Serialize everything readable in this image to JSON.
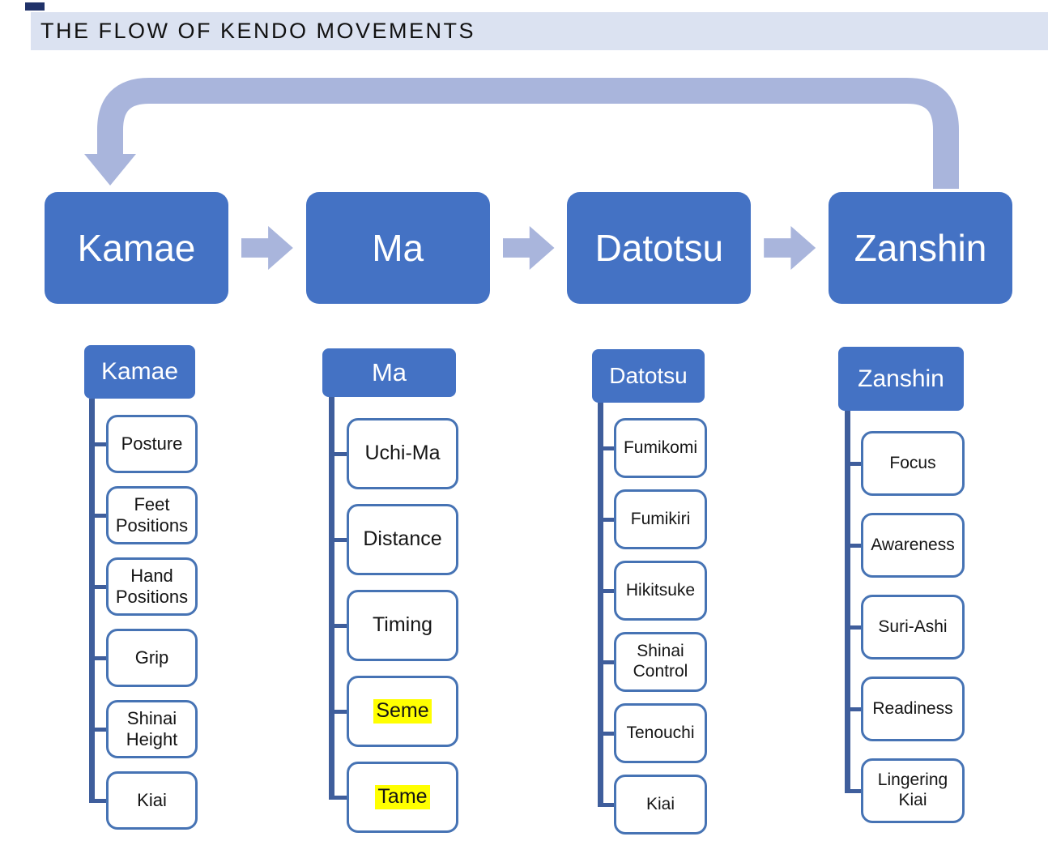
{
  "title_bar": {
    "title": "THE FLOW OF KENDO MOVEMENTS"
  },
  "flow": {
    "steps": [
      {
        "label": "Kamae"
      },
      {
        "label": "Ma"
      },
      {
        "label": "Datotsu"
      },
      {
        "label": "Zanshin"
      }
    ],
    "loop_arrow": {
      "from": "Zanshin",
      "to": "Kamae"
    }
  },
  "columns": [
    {
      "title": "Kamae",
      "items": [
        {
          "label": "Posture"
        },
        {
          "label": "Feet Positions"
        },
        {
          "label": "Hand Positions"
        },
        {
          "label": "Grip"
        },
        {
          "label": "Shinai Height"
        },
        {
          "label": "Kiai"
        }
      ]
    },
    {
      "title": "Ma",
      "items": [
        {
          "label": "Uchi-Ma"
        },
        {
          "label": "Distance"
        },
        {
          "label": "Timing"
        },
        {
          "label": "Seme",
          "highlight": true
        },
        {
          "label": "Tame",
          "highlight": true
        }
      ]
    },
    {
      "title": "Datotsu",
      "items": [
        {
          "label": "Fumikomi"
        },
        {
          "label": "Fumikiri"
        },
        {
          "label": "Hikitsuke"
        },
        {
          "label": "Shinai Control"
        },
        {
          "label": "Tenouchi"
        },
        {
          "label": "Kiai"
        }
      ]
    },
    {
      "title": "Zanshin",
      "items": [
        {
          "label": "Focus"
        },
        {
          "label": "Awareness"
        },
        {
          "label": "Suri-Ashi"
        },
        {
          "label": "Readiness"
        },
        {
          "label": "Lingering Kiai"
        }
      ]
    }
  ],
  "colors": {
    "primary_blue": "#4472c4",
    "arrow_light_blue": "#a9b5dc",
    "connector_blue": "#3f5e9c",
    "item_border_blue": "#4673b4",
    "title_bar_bg": "#dbe2f1",
    "accent_square": "#203269",
    "highlight_yellow": "#ffff00"
  }
}
